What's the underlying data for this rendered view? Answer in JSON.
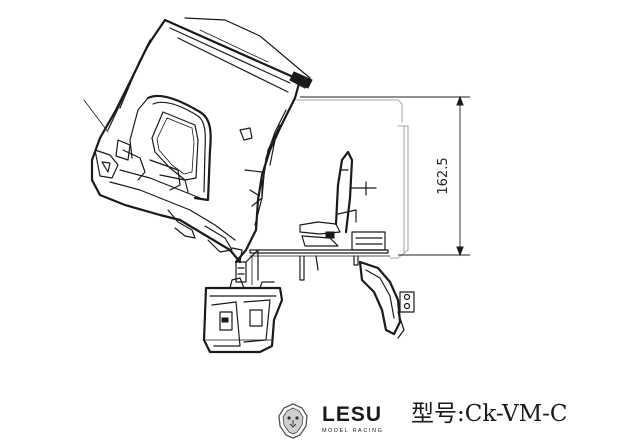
{
  "drawing": {
    "dimension_value": "162.5"
  },
  "branding": {
    "brand_name": "LESU",
    "brand_tagline": "MODEL RACING",
    "model_label": "型号:Ck-VM-C"
  }
}
